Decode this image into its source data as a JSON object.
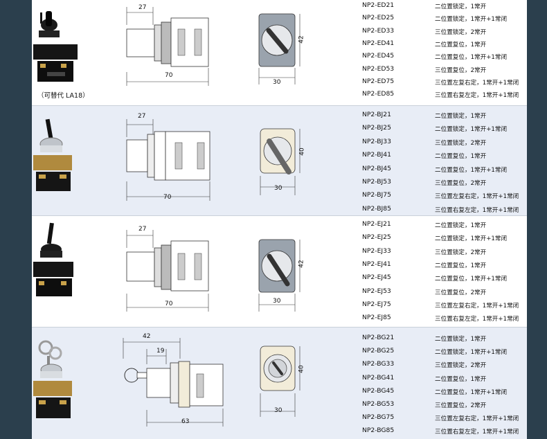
{
  "colors": {
    "background": "#2b3f4d",
    "sheet": "#ffffff",
    "alt_band": "#e8edf6"
  },
  "sections": [
    {
      "product_icon": "black-selector-switch",
      "caption": "（可替代 LA18）",
      "side_dims": {
        "top": "27",
        "bottom": "70"
      },
      "front_dims": {
        "height": "42",
        "width": "30"
      },
      "models": [
        {
          "code": "NP2-ED21",
          "desc": "二位置锁定，1常开"
        },
        {
          "code": "NP2-ED25",
          "desc": "二位置锁定，1常开+1常闭"
        },
        {
          "code": "NP2-ED33",
          "desc": "三位置锁定，2常开"
        },
        {
          "code": "NP2-ED41",
          "desc": "二位置复位，1常开"
        },
        {
          "code": "NP2-ED45",
          "desc": "二位置复位，1常开+1常闭"
        },
        {
          "code": "NP2-ED53",
          "desc": "三位置复位，2常开"
        },
        {
          "code": "NP2-ED75",
          "desc": "三位置左复右定，1常开+1常闭"
        },
        {
          "code": "NP2-ED85",
          "desc": "三位置右复左定，1常开+1常闭"
        }
      ]
    },
    {
      "product_icon": "chrome-selector-switch",
      "caption": "",
      "side_dims": {
        "top": "27",
        "bottom": "70"
      },
      "front_dims": {
        "height": "40",
        "width": "30"
      },
      "models": [
        {
          "code": "NP2-BJ21",
          "desc": "二位置锁定，1常开"
        },
        {
          "code": "NP2-BJ25",
          "desc": "二位置锁定，1常开+1常闭"
        },
        {
          "code": "NP2-BJ33",
          "desc": "三位置锁定，2常开"
        },
        {
          "code": "NP2-BJ41",
          "desc": "二位置复位，1常开"
        },
        {
          "code": "NP2-BJ45",
          "desc": "二位置复位，1常开+1常闭"
        },
        {
          "code": "NP2-BJ53",
          "desc": "三位置复位，2常开"
        },
        {
          "code": "NP2-BJ75",
          "desc": "三位置左复右定，1常开+1常闭"
        },
        {
          "code": "NP2-BJ85",
          "desc": "三位置右复左定，1常开+1常闭"
        }
      ]
    },
    {
      "product_icon": "long-handle-selector-switch",
      "caption": "",
      "side_dims": {
        "top": "27",
        "bottom": "70"
      },
      "front_dims": {
        "height": "42",
        "width": "30"
      },
      "models": [
        {
          "code": "NP2-EJ21",
          "desc": "二位置锁定，1常开"
        },
        {
          "code": "NP2-EJ25",
          "desc": "二位置锁定，1常开+1常闭"
        },
        {
          "code": "NP2-EJ33",
          "desc": "三位置锁定，2常开"
        },
        {
          "code": "NP2-EJ41",
          "desc": "二位置复位，1常开"
        },
        {
          "code": "NP2-EJ45",
          "desc": "二位置复位，1常开+1常闭"
        },
        {
          "code": "NP2-EJ53",
          "desc": "三位置复位，2常开"
        },
        {
          "code": "NP2-EJ75",
          "desc": "三位置左复右定，1常开+1常闭"
        },
        {
          "code": "NP2-EJ85",
          "desc": "三位置右复左定，1常开+1常闭"
        }
      ]
    },
    {
      "product_icon": "key-selector-switch",
      "caption": "",
      "side_dims": {
        "top": "42",
        "inner": "19",
        "bottom": "63"
      },
      "front_dims": {
        "height": "40",
        "width": "30"
      },
      "models": [
        {
          "code": "NP2-BG21",
          "desc": "二位置锁定，1常开"
        },
        {
          "code": "NP2-BG25",
          "desc": "二位置锁定，1常开+1常闭"
        },
        {
          "code": "NP2-BG33",
          "desc": "三位置锁定，2常开"
        },
        {
          "code": "NP2-BG41",
          "desc": "二位置复位，1常开"
        },
        {
          "code": "NP2-BG45",
          "desc": "二位置复位，1常开+1常闭"
        },
        {
          "code": "NP2-BG53",
          "desc": "三位置复位，2常开"
        },
        {
          "code": "NP2-BG75",
          "desc": "三位置左复右定，1常开+1常闭"
        },
        {
          "code": "NP2-BG85",
          "desc": "三位置右复左定，1常开+1常闭"
        }
      ]
    }
  ]
}
